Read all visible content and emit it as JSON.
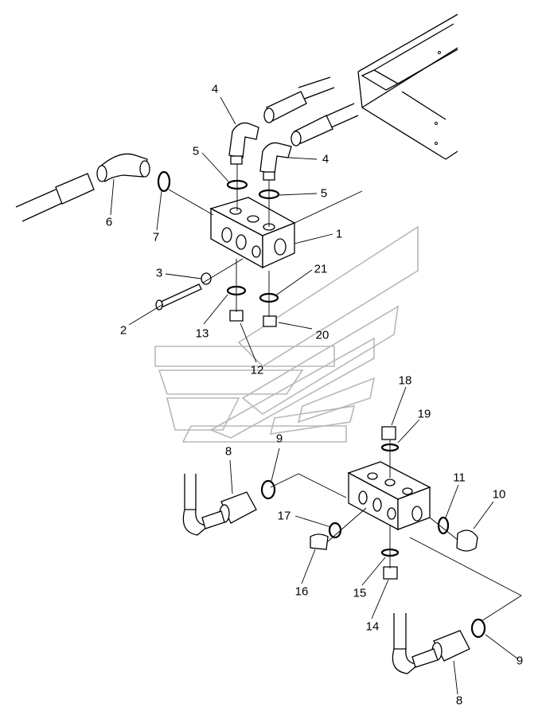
{
  "callouts": [
    {
      "id": "1",
      "text": "1"
    },
    {
      "id": "2",
      "text": "2"
    },
    {
      "id": "3",
      "text": "3"
    },
    {
      "id": "4a",
      "text": "4"
    },
    {
      "id": "4b",
      "text": "4"
    },
    {
      "id": "5a",
      "text": "5"
    },
    {
      "id": "5b",
      "text": "5"
    },
    {
      "id": "6",
      "text": "6"
    },
    {
      "id": "7",
      "text": "7"
    },
    {
      "id": "8a",
      "text": "8"
    },
    {
      "id": "8b",
      "text": "8"
    },
    {
      "id": "9a",
      "text": "9"
    },
    {
      "id": "9b",
      "text": "9"
    },
    {
      "id": "10",
      "text": "10"
    },
    {
      "id": "11",
      "text": "11"
    },
    {
      "id": "12",
      "text": "12"
    },
    {
      "id": "13",
      "text": "13"
    },
    {
      "id": "14",
      "text": "14"
    },
    {
      "id": "15",
      "text": "15"
    },
    {
      "id": "16",
      "text": "16"
    },
    {
      "id": "17",
      "text": "17"
    },
    {
      "id": "18",
      "text": "18"
    },
    {
      "id": "19",
      "text": "19"
    },
    {
      "id": "20",
      "text": "20"
    },
    {
      "id": "21",
      "text": "21"
    }
  ]
}
